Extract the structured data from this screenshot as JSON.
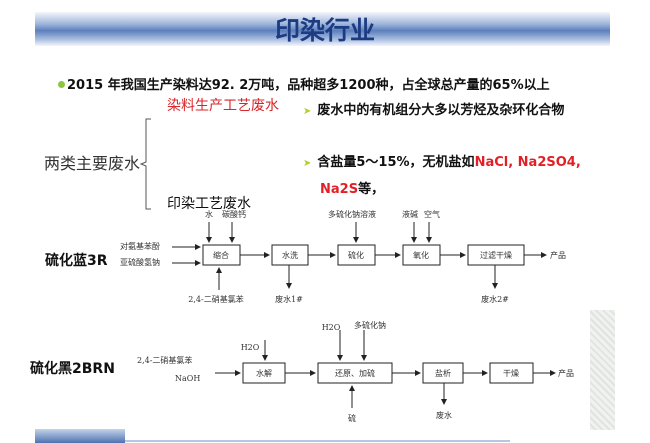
{
  "title": "印染行业",
  "intro": "2015 年我国生产染料达92. 2万吨，品种超多1200种，占全球总产量的65%以上",
  "category": "两类主要废水",
  "types": [
    "染料生产工艺废水",
    "印染工艺废水"
  ],
  "points": {
    "p1": "废水中的有机组分大多以芳烃及杂环化合物",
    "p2_prefix": "含盐量5～15%，无机盐如",
    "p2_red": "NaCl, Na2SO4,",
    "p3_red": "Na2S",
    "p3_suffix": "等，"
  },
  "diagram1": {
    "name": "硫化蓝3R",
    "inputs": [
      "对氨基苯酚",
      "亚硫酸氢钠"
    ],
    "steps": [
      "缩合",
      "水洗",
      "硫化",
      "氧化",
      "过滤干燥"
    ],
    "product": "产品",
    "top": [
      "水",
      "碳酸钙",
      "多硫化钠溶液",
      "液碱",
      "空气"
    ],
    "bottom": [
      "2,4-二硝基氯苯",
      "废水1#",
      "废水2#"
    ]
  },
  "diagram2": {
    "name": "硫化黑2BRN",
    "inputs": [
      "2,4-二硝基氯苯",
      "NaOH"
    ],
    "steps": [
      "水解",
      "还原、加硫",
      "盐析",
      "干燥"
    ],
    "product": "产品",
    "top": [
      "H2O",
      "H2O",
      "多硫化钠"
    ],
    "bottom": [
      "硫",
      "废水"
    ]
  },
  "colors": {
    "title": "#1c3b82",
    "accent_red": "#e21f26",
    "bullet_green": "#8cc63f"
  }
}
